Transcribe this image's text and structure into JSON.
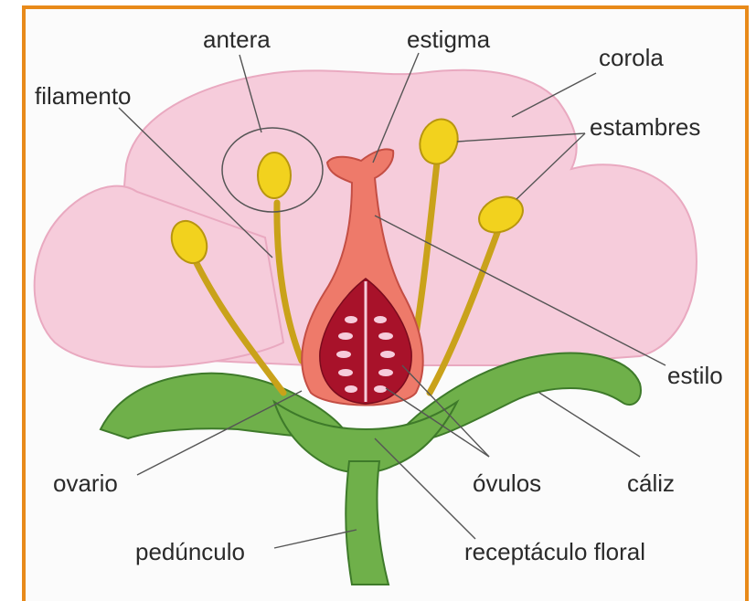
{
  "labels": {
    "antera": "antera",
    "estigma": "estigma",
    "corola": "corola",
    "filamento": "filamento",
    "estambres": "estambres",
    "estilo": "estilo",
    "ovario": "ovario",
    "ovulos": "óvulos",
    "caliz": "cáliz",
    "pedunculo": "pedúnculo",
    "receptaculo": "receptáculo floral"
  },
  "colors": {
    "frame": "#E88A1A",
    "petal": "#F6CCDB",
    "sepal": "#6FB04A",
    "pistil": "#EE7A6A",
    "ovary_inner": "#A8122A",
    "anther": "#F2D21E",
    "filament": "#C9A21A"
  }
}
